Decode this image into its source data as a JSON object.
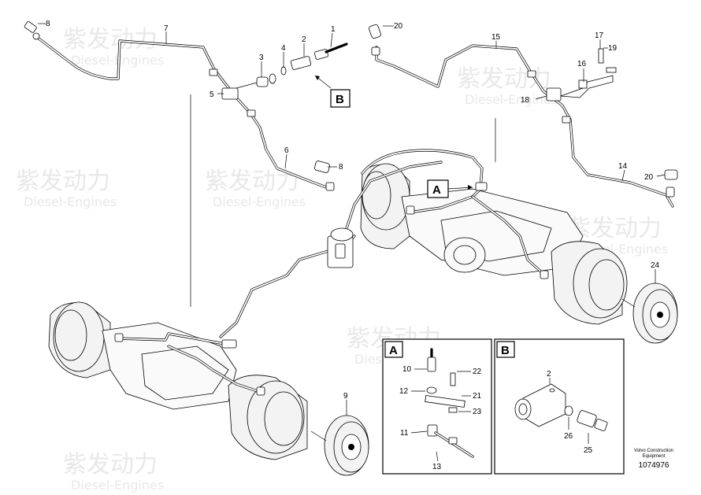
{
  "watermark": {
    "brand": "紫发动力",
    "sub": "Diesel-Engines"
  },
  "callouts": {
    "c1": "1",
    "c2": "2",
    "c3": "3",
    "c4": "4",
    "c5": "5",
    "c6": "6",
    "c7": "7",
    "c8a": "8",
    "c8b": "8",
    "c9": "9",
    "c14": "14",
    "c15": "15",
    "c16": "16",
    "c17": "17",
    "c18": "18",
    "c19": "19",
    "c20a": "20",
    "c20b": "20",
    "c24": "24"
  },
  "view_markers": {
    "a": "A",
    "b": "B"
  },
  "inset_a": {
    "letter": "A",
    "callouts": {
      "c10": "10",
      "c11": "11",
      "c12": "12",
      "c13": "13",
      "c21": "21",
      "c22": "22",
      "c23": "23"
    }
  },
  "inset_b": {
    "letter": "B",
    "callouts": {
      "c2": "2",
      "c25": "25",
      "c26": "26"
    }
  },
  "credit": {
    "line1": "Volvo Construction",
    "line2": "Equipment"
  },
  "doc_number": "1074976"
}
